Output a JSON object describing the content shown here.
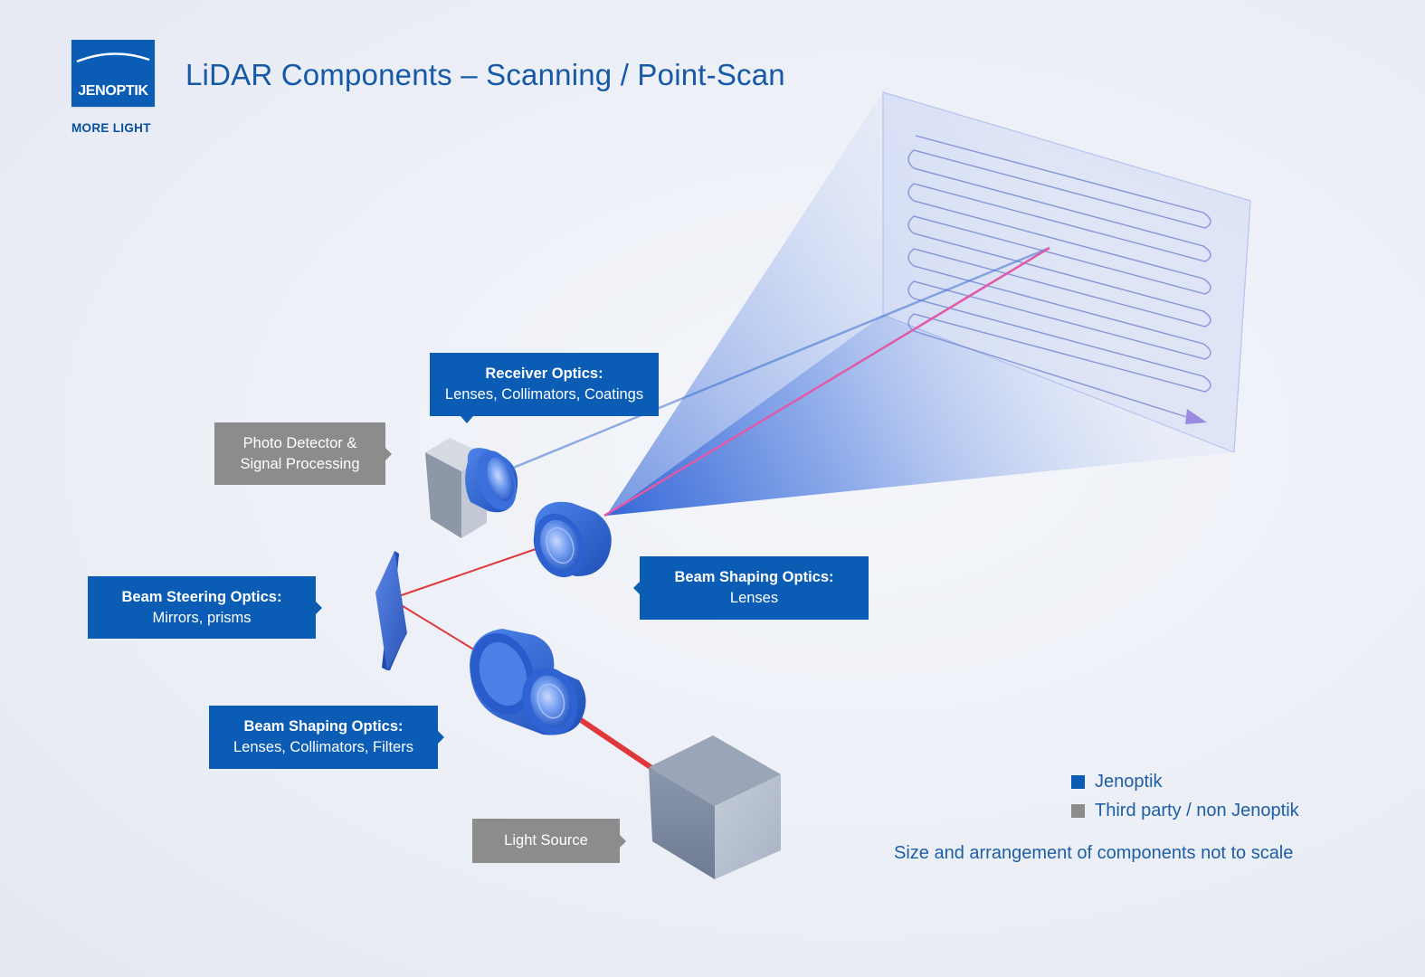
{
  "brand": {
    "logo_text": "JENOPTIK",
    "tagline": "MORE LIGHT",
    "color": "#0a5cb5"
  },
  "title": "LiDAR Components – Scanning / Point-Scan",
  "callouts": {
    "receiver_optics": {
      "heading": "Receiver Optics:",
      "detail": "Lenses, Collimators, Coatings",
      "category": "jenoptik"
    },
    "photo_detector": {
      "line1": "Photo Detector &",
      "line2": "Signal Processing",
      "category": "third_party"
    },
    "beam_steering": {
      "heading": "Beam Steering Optics:",
      "detail": "Mirrors, prisms",
      "category": "jenoptik"
    },
    "beam_shaping_upper": {
      "heading": "Beam Shaping Optics:",
      "detail": "Lenses",
      "category": "jenoptik"
    },
    "beam_shaping_lower": {
      "heading": "Beam Shaping Optics:",
      "detail": "Lenses, Collimators, Filters",
      "category": "jenoptik"
    },
    "light_source": {
      "label": "Light Source",
      "category": "third_party"
    }
  },
  "legend": [
    {
      "label": "Jenoptik",
      "color": "#0a5cb5"
    },
    {
      "label": "Third party / non Jenoptik",
      "color": "#8c8c8c"
    }
  ],
  "note": "Size and arrangement of components not to scale",
  "colors": {
    "laser": "#e0383a",
    "return_beam": "#3a6fd0",
    "scan_frame": "#c9d3f3",
    "optics_blue": "#2f68d8",
    "device_gray": "#8793a8"
  },
  "icons": {
    "logo_arc": "arc-icon"
  }
}
